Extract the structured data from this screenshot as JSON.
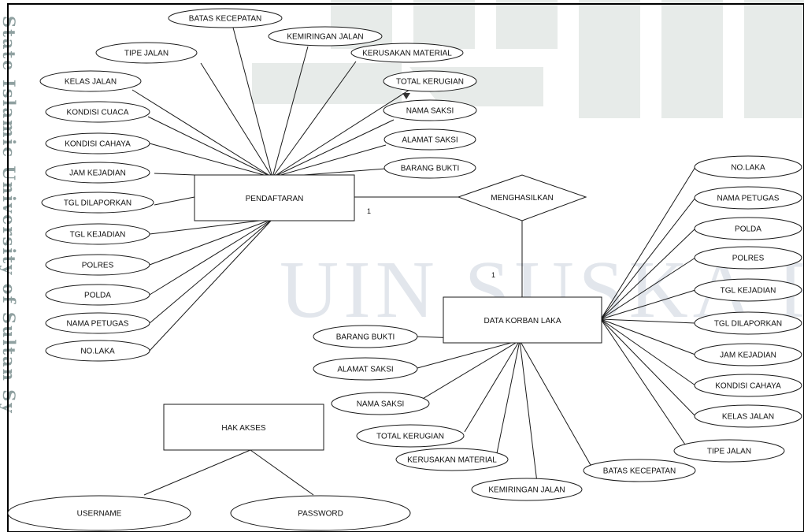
{
  "watermark": {
    "sidebar_text": "State Islamic University of Sultan Sy",
    "center_text": "UIN SUSKA RIA"
  },
  "colors": {
    "line": "#1a1a1a",
    "watermark": "#e2e6ec",
    "sidebar": "#8fa0a0",
    "frame": "#000000"
  },
  "entities": {
    "pendaftaran": "PENDAFTARAN",
    "data_korban_laka": "DATA KORBAN LAKA",
    "hak_akses": "HAK AKSES"
  },
  "relationship": "MENGHASILKAN",
  "cardinality": {
    "pendaftaran_side": "1",
    "korban_side": "1"
  },
  "pendaftaran_attributes": {
    "batas_kecepatan": "BATAS KECEPATAN",
    "kemiringan_jalan": "KEMIRINGAN JALAN",
    "tipe_jalan": "TIPE JALAN",
    "kerusakan_material": "KERUSAKAN MATERIAL",
    "kelas_jalan": "KELAS JALAN",
    "total_kerugian": "TOTAL KERUGIAN",
    "kondisi_cuaca": "KONDISI CUACA",
    "nama_saksi": "NAMA SAKSI",
    "kondisi_cahaya": "KONDISI CAHAYA",
    "alamat_saksi": "ALAMAT SAKSI",
    "jam_kejadian": "JAM KEJADIAN",
    "barang_bukti": "BARANG BUKTI",
    "tgl_dilaporkan": "TGL DILAPORKAN",
    "tgl_kejadian": "TGL KEJADIAN",
    "polres": "POLRES",
    "polda": "POLDA",
    "nama_petugas": "NAMA PETUGAS",
    "no_laka": "NO.LAKA"
  },
  "korban_attributes": {
    "no_laka": "NO.LAKA",
    "nama_petugas": "NAMA PETUGAS",
    "polda": "POLDA",
    "polres": "POLRES",
    "tgl_kejadian": "TGL KEJADIAN",
    "tgl_dilaporkan": "TGL DILAPORKAN",
    "jam_kejadian": "JAM KEJADIAN",
    "kondisi_cahaya": "KONDISI CAHAYA",
    "kelas_jalan": "KELAS JALAN",
    "tipe_jalan": "TIPE JALAN",
    "barang_bukti": "BARANG BUKTI",
    "alamat_saksi": "ALAMAT SAKSI",
    "nama_saksi": "NAMA SAKSI",
    "total_kerugian": "TOTAL KERUGIAN",
    "kerusakan_material": "KERUSAKAN MATERIAL",
    "kemiringan_jalan": "KEMIRINGAN JALAN",
    "batas_kecepatan": "BATAS KECEPATAN"
  },
  "hak_akses_attributes": {
    "username": "USERNAME",
    "password": "PASSWORD"
  }
}
